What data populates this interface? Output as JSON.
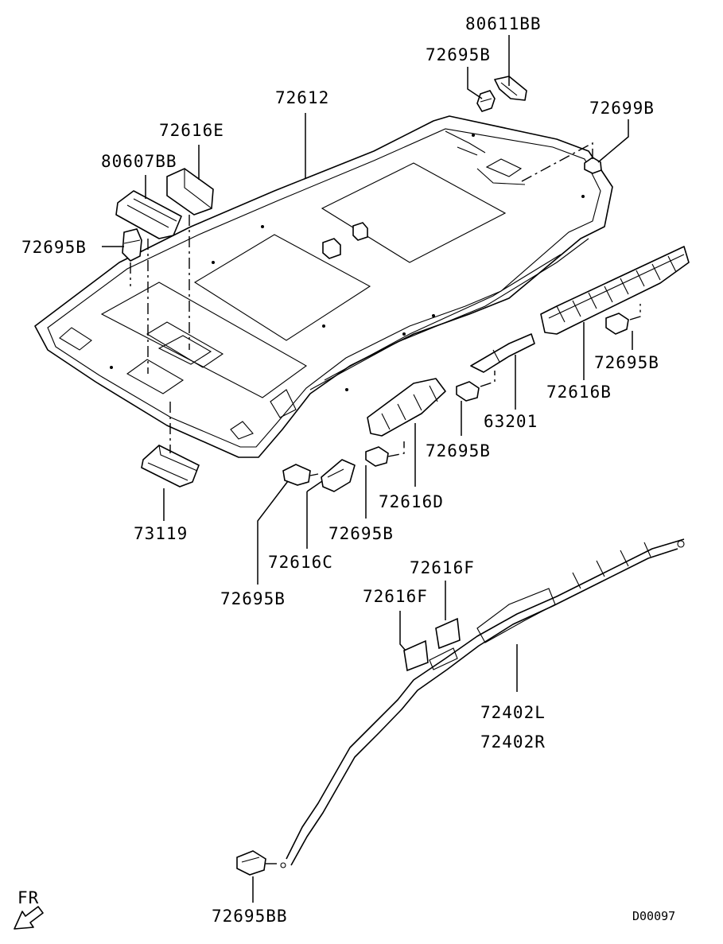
{
  "labels": {
    "p80611BB": "80611BB",
    "p72695B_top": "72695B",
    "p72612": "72612",
    "p72699B": "72699B",
    "p72616E": "72616E",
    "p80607BB": "80607BB",
    "p72695B_left": "72695B",
    "p72695B_right": "72695B",
    "p72616B": "72616B",
    "p63201": "63201",
    "p72695B_mid": "72695B",
    "p72616D": "72616D",
    "p73119": "73119",
    "p72695B_c": "72695B",
    "p72616C": "72616C",
    "p72695B_low": "72695B",
    "p72616F_a": "72616F",
    "p72616F_b": "72616F",
    "p72402L": "72402L",
    "p72402R": "72402R",
    "p72695BB": "72695BB"
  },
  "direction": "FR",
  "diagram_code": "D00097",
  "icons": {
    "direction_arrow": "arrow-down-left-icon"
  }
}
